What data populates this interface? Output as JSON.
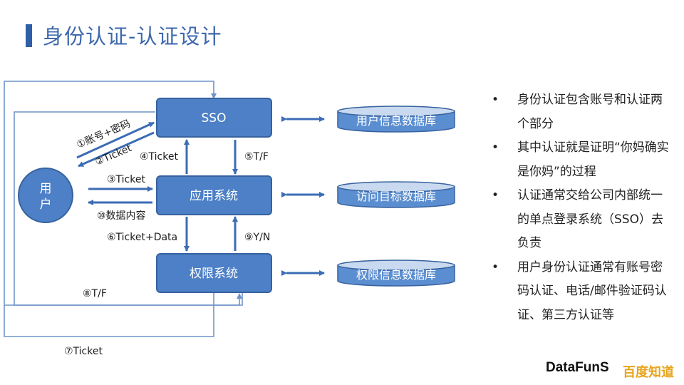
{
  "title": "身份认证-认证设计",
  "nodes": {
    "sso": "SSO",
    "app": "应用系统",
    "perm": "权限系统",
    "user": "用户"
  },
  "databases": {
    "user_info": "用户信息数据库",
    "access_target": "访问目标数据库",
    "perm_info": "权限信息数据库"
  },
  "edge_labels": {
    "e1": "①账号+密码",
    "e2": "②Ticket",
    "e3": "③Ticket",
    "e4": "④Ticket",
    "e5": "⑤T/F",
    "e6": "⑥Ticket+Data",
    "e7": "⑦Ticket",
    "e8": "⑧T/F",
    "e9": "⑨Y/N",
    "e10": "⑩数据内容"
  },
  "bullets": [
    "身份认证包含账号和认证两个部分",
    "其中认证就是证明“你妈确实是你妈”的过程",
    "认证通常交给公司内部统一的单点登录系统（SSO）去负责",
    "用户身份认证通常有账号密码认证、电话/邮件验证码认证、第三方认证等"
  ],
  "bullet_symbol": "•",
  "brand": "DataFunS",
  "watermark": "百度知道",
  "colors": {
    "title": "#3d68ad",
    "box_fill": "#4d80c6",
    "arrow": "#3b6cb5",
    "db_top": "#c9daf0",
    "watermark": "#e8a41c"
  }
}
